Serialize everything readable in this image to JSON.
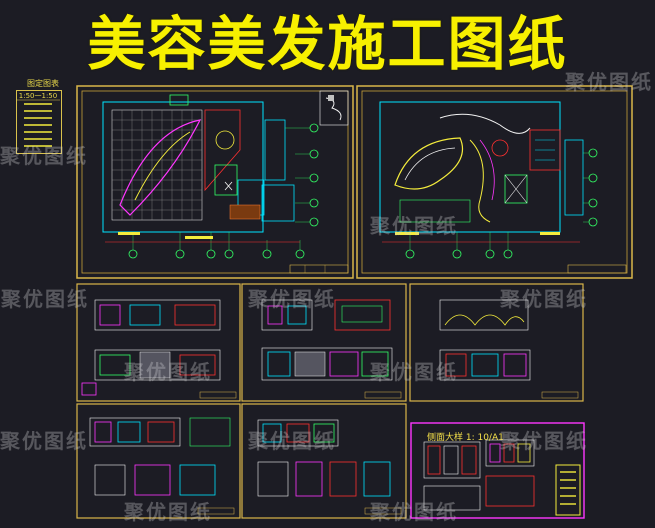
{
  "title": "美容美发施工图纸",
  "legend": {
    "title": "图定图表",
    "scale": "1:50一1:50"
  },
  "elevation_label": "侧面大样 1: 10/A1",
  "watermark": "聚优图纸",
  "colors": {
    "background": "#1c1c24",
    "title": "#f7f000",
    "frame": "#d9b64a",
    "cyan": "#00e5ff",
    "magenta": "#ff36ff",
    "red": "#ff3030",
    "green": "#33ff66",
    "yellow": "#f4ec3c",
    "white": "#f2f2f2"
  }
}
